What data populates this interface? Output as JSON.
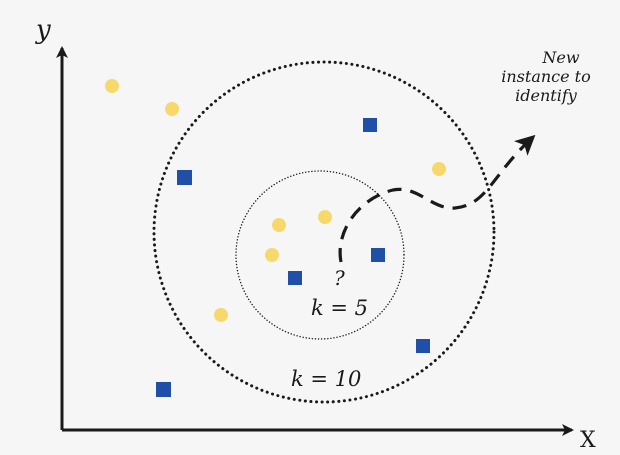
{
  "diagram": {
    "axis_y_label": "y",
    "axis_x_label": "X",
    "annotation_line1": "New",
    "annotation_line2": "instance to",
    "annotation_line3": "identify",
    "query_symbol": "?",
    "inner_k_label": "k = 5",
    "outer_k_label": "k = 10"
  },
  "colors": {
    "background": "#f6f6f6",
    "ink": "#1a1a1a",
    "circle_marker": "#f7d96b",
    "square_marker": "#1f4fa6"
  },
  "legend_semantics": {
    "circle_class": "circle-marker",
    "square_class": "square-marker"
  }
}
